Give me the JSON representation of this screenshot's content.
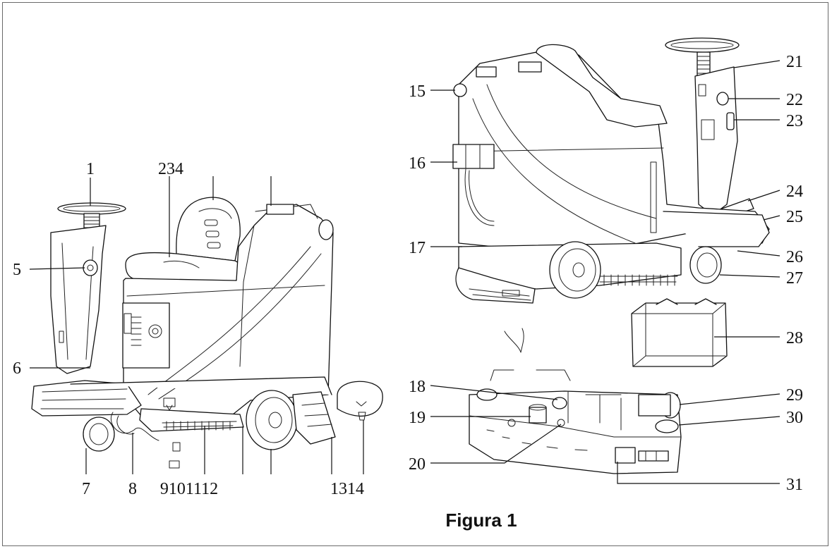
{
  "figure": {
    "caption": "Figura 1",
    "callouts": {
      "c1": "1",
      "c234": "234",
      "c5": "5",
      "c6": "6",
      "c7": "7",
      "c8": "8",
      "c9101112": "9101112",
      "c1314": "1314",
      "c15": "15",
      "c16": "16",
      "c17": "17",
      "c18": "18",
      "c19": "19",
      "c20": "20",
      "c21": "21",
      "c22": "22",
      "c23": "23",
      "c24": "24",
      "c25": "25",
      "c26": "26",
      "c27": "27",
      "c28": "28",
      "c29": "29",
      "c30": "30",
      "c31": "31"
    }
  }
}
